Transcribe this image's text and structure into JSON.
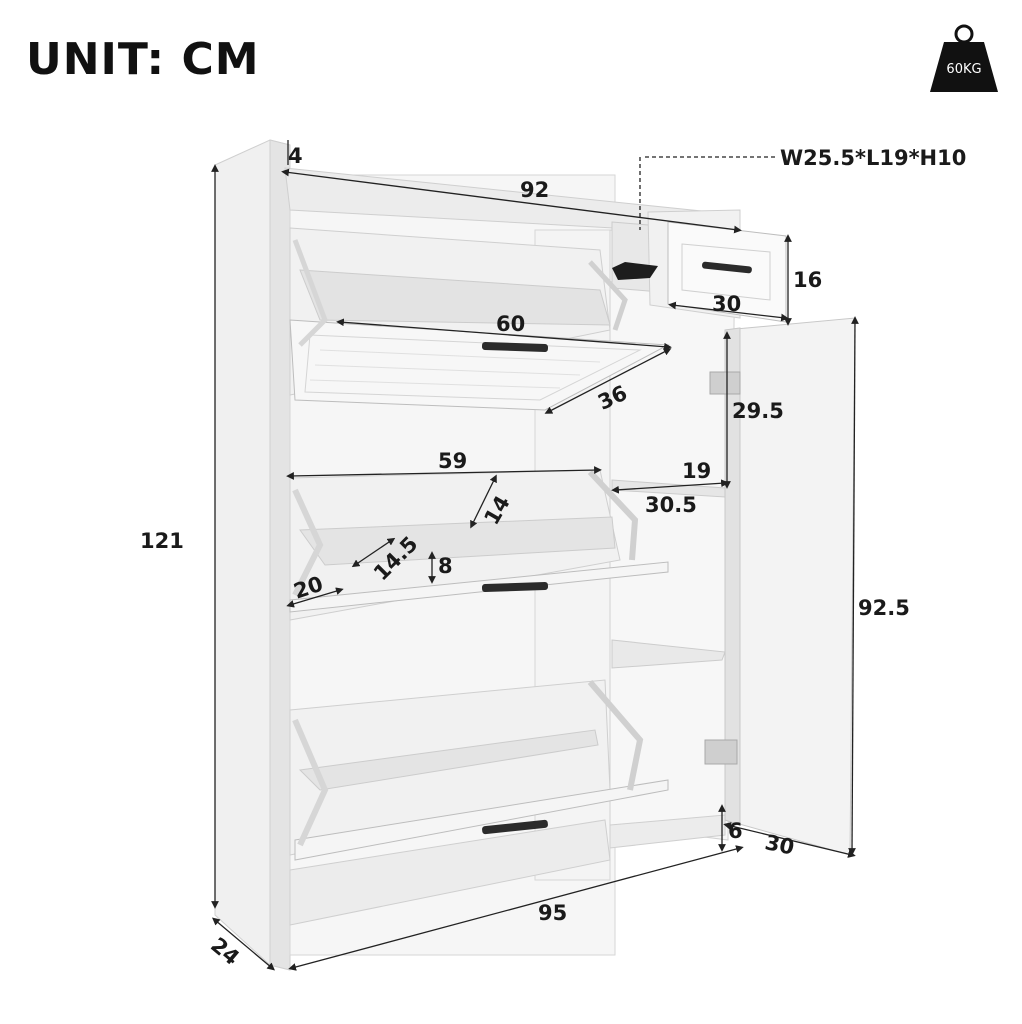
{
  "title": "UNIT: CM",
  "weight_badge": {
    "text": "60KG",
    "icon": "weight-icon"
  },
  "drawer_spec": "W25.5*L19*H10",
  "dimensions": {
    "total_height": "121",
    "total_width": "95",
    "depth": "24",
    "side_thickness": "4",
    "top_inner_width": "92",
    "drawer_height": "16",
    "drawer_depth": "30",
    "flap1_width": "60",
    "flap1_depth": "36",
    "cabinet_shelf_height": "29.5",
    "cabinet_shelf_depth": "19",
    "cabinet_width": "30.5",
    "flap2_width": "59",
    "flap2_depth": "14",
    "flap2_inner": "14.5",
    "flap2_gap": "8",
    "flap2_side": "20",
    "door_height": "92.5",
    "door_gap": "6",
    "door_width": "30"
  },
  "colors": {
    "panel": "#f3f3f3",
    "panel_dark": "#dcdcdc",
    "edge": "#c9c9c9",
    "handle": "#2b2b2b",
    "line": "#222222"
  }
}
